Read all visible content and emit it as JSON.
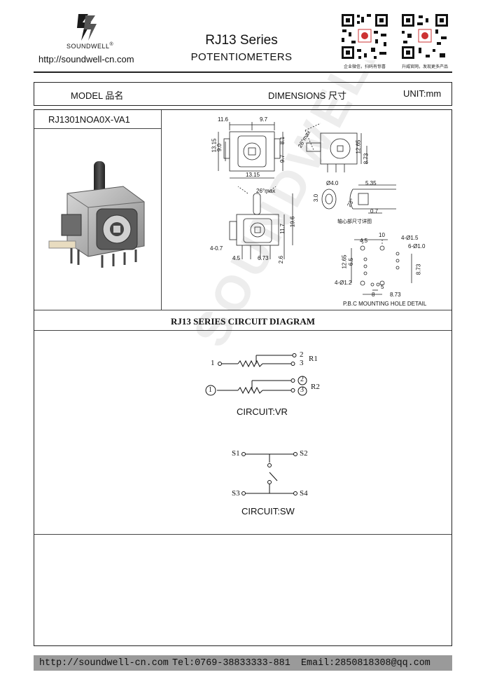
{
  "header": {
    "brand": "SOUNDWELL",
    "registered": "®",
    "website": "http://soundwell-cn.com",
    "title": "RJ13 Series",
    "subtitle": "POTENTIOMETERS",
    "qr_left_caption": "企业微信，扫码有惊喜",
    "qr_right_caption": "升威官网，发现更多产品"
  },
  "table": {
    "model_label": "MODEL 品名",
    "dimensions_label": "DIMENSIONS 尺寸",
    "unit_label": "UNIT:mm",
    "model_number": "RJ1301NOA0X-VA1"
  },
  "dimensions": {
    "top_view": [
      "11.6",
      "9.7",
      "13.15",
      "9.0",
      "8.1",
      "9.7",
      "13.15"
    ],
    "side_view": [
      "26°max",
      "12.65",
      "8.73"
    ],
    "shaft": [
      "Ø4.0",
      "5.35",
      "3.0",
      "23°",
      "0.7"
    ],
    "shaft_note": "轴心部尺寸详图",
    "front_view": [
      "26°max",
      "19.6",
      "11.7",
      "4-0.7",
      "4.5",
      "6.73",
      "2.6"
    ],
    "pcb": [
      "10",
      "4.5",
      "4-Ø1.5",
      "6-Ø1.0",
      "12.65",
      "6.5",
      "8.73",
      "4-Ø1.2",
      "5",
      "8",
      "8.73"
    ],
    "pcb_caption": "P.B.C MOUNTING HOLE DETAIL"
  },
  "circuit": {
    "section_title": "RJ13 SERIES CIRCUIT DIAGRAM",
    "vr_pin1": "1",
    "vr_pin2": "2",
    "vr_pin3": "3",
    "r1": "R1",
    "r2": "R2",
    "vr_caption": "CIRCUIT:VR",
    "s1": "S1",
    "s2": "S2",
    "s3": "S3",
    "s4": "S4",
    "sw_caption": "CIRCUIT:SW"
  },
  "watermark": "SOUNDWELL",
  "footer": {
    "url": "http://soundwell-cn.com",
    "tel": "Tel:0769-38833333-881",
    "email": "Email:2850818308@qq.com"
  }
}
